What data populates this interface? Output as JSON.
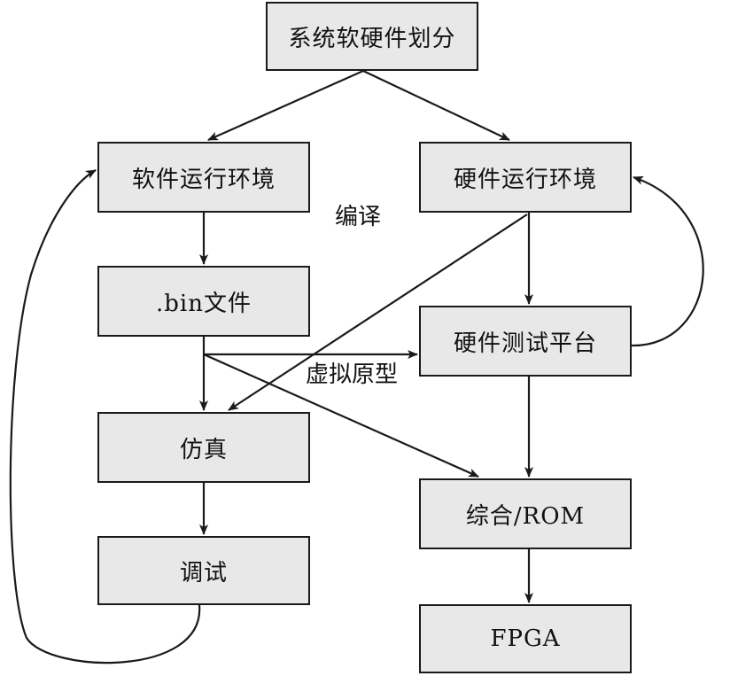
{
  "nodes": [
    {
      "id": "top",
      "label": "系统软硬件划分"
    },
    {
      "id": "sw_env",
      "label": "软件运行环境"
    },
    {
      "id": "hw_env",
      "label": "硬件运行环境"
    },
    {
      "id": "bin",
      "label": ".bin文件"
    },
    {
      "id": "hw_test",
      "label": "硬件测试平台"
    },
    {
      "id": "sim",
      "label": "仿真"
    },
    {
      "id": "synth",
      "label": "综合/ROM"
    },
    {
      "id": "debug",
      "label": "调试"
    },
    {
      "id": "fpga",
      "label": "FPGA"
    }
  ],
  "edge_labels": {
    "compile": "编译",
    "virtual_prototype": "虚拟原型"
  },
  "edges": [
    {
      "from": "top",
      "to": "sw_env"
    },
    {
      "from": "top",
      "to": "hw_env"
    },
    {
      "from": "sw_env",
      "to": "bin"
    },
    {
      "from": "bin",
      "to": "sim"
    },
    {
      "from": "sim",
      "to": "debug"
    },
    {
      "from": "bin",
      "to": "hw_test"
    },
    {
      "from": "bin",
      "to": "synth"
    },
    {
      "from": "hw_env",
      "to": "hw_test"
    },
    {
      "from": "hw_env",
      "to": "sim"
    },
    {
      "from": "hw_test",
      "to": "synth"
    },
    {
      "from": "synth",
      "to": "fpga"
    },
    {
      "from": "hw_test",
      "to": "hw_env"
    },
    {
      "from": "debug",
      "to": "sw_env"
    }
  ],
  "colors": {
    "node_fill": "#e8e8e8",
    "stroke": "#1a1a1a"
  }
}
